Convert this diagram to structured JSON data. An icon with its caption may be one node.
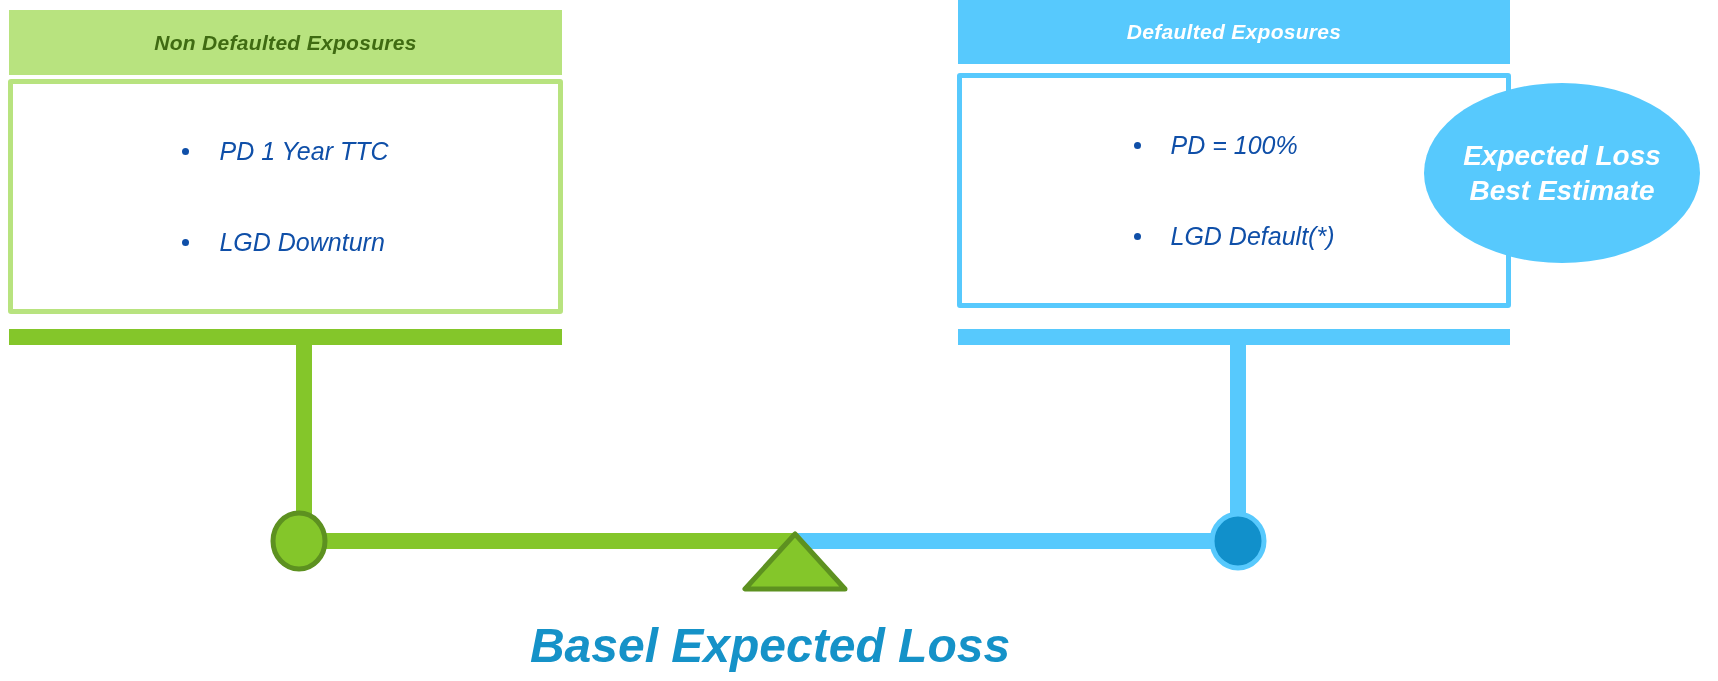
{
  "diagram": {
    "title": "Basel Expected Loss",
    "nodes": [
      {
        "text": [
          "Non Defaulted Exposures"
        ]
      },
      {
        "text": [
          "PD 1 Year TTC",
          "LGD Downturn"
        ]
      },
      {
        "text": [
          "Defaulted Exposures"
        ]
      },
      {
        "text": [
          "PD = 100%",
          "LGD Default(*)"
        ]
      },
      {
        "text": [
          "Expected Loss Best Estimate"
        ]
      }
    ]
  }
}
